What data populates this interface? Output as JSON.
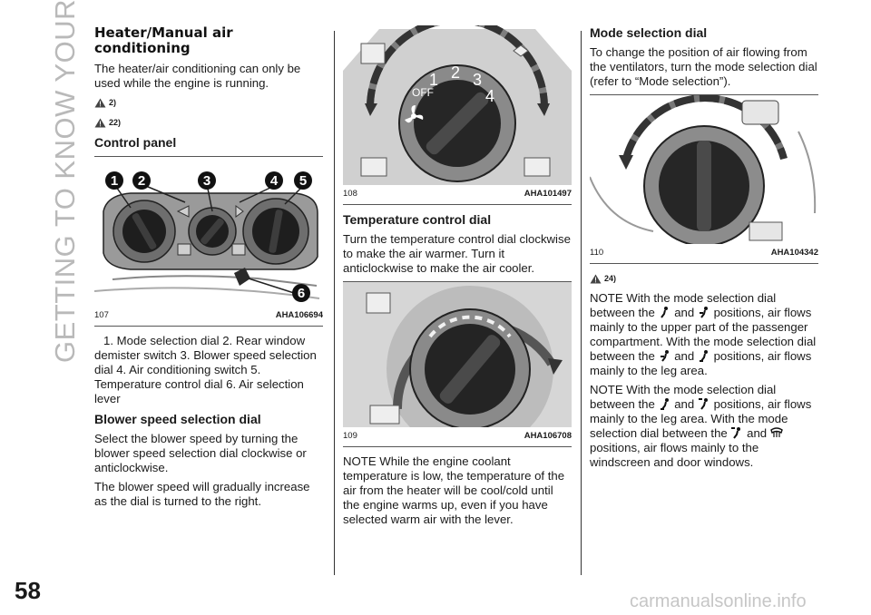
{
  "sidebar_title": "GETTING TO KNOW YOUR VEHICLE",
  "page_number": "58",
  "watermark": "carmanualsonline.info",
  "col1": {
    "title": "Heater/Manual air conditioning",
    "intro": "The heater/air conditioning can only be used while the engine is running.",
    "warn1": "2)",
    "warn2": "22)",
    "control_panel_heading": "Control panel",
    "fig107": {
      "number": "107",
      "code": "AHA106694",
      "callouts": [
        "1",
        "2",
        "3",
        "4",
        "5",
        "6"
      ]
    },
    "legend": "1. Mode selection dial 2. Rear window demister switch 3. Blower speed selection dial 4. Air conditioning switch 5. Temperature control dial 6. Air selection lever",
    "blower_heading": "Blower speed selection dial",
    "blower_p1": "Select the blower speed by turning the blower speed selection dial clockwise or anticlockwise.",
    "blower_p2": "The blower speed will gradually increase as the dial is turned to the right."
  },
  "col2": {
    "fig108": {
      "number": "108",
      "code": "AHA101497",
      "dial_labels": [
        "OFF",
        "1",
        "2",
        "3",
        "4"
      ]
    },
    "temp_heading": "Temperature control dial",
    "temp_p1": "Turn the temperature control dial clockwise to make the air warmer. Turn it anticlockwise to make the air cooler.",
    "fig109": {
      "number": "109",
      "code": "AHA106708"
    },
    "note": "NOTE While the engine coolant temperature is low, the temperature of the air from the heater will be cool/cold until the engine warms up, even if you have selected warm air with the lever."
  },
  "col3": {
    "mode_heading": "Mode selection dial",
    "mode_p1": "To change the position of air flowing from the ventilators, turn the mode selection dial (refer to “Mode selection”).",
    "fig110": {
      "number": "110",
      "code": "AHA104342"
    },
    "warn3": "24)",
    "note1": {
      "a": "NOTE With the mode selection dial between the",
      "b": "and",
      "c": "positions, air flows mainly to the upper part of the passenger compartment. With the mode selection dial between the",
      "d": "and",
      "e": "positions, air flows mainly to the leg area."
    },
    "note2": {
      "a": "NOTE With the mode selection dial between the",
      "b": "and",
      "c": "positions, air flows mainly to the leg area. With the mode selection dial between the",
      "d": "and",
      "e": "positions, air flows mainly to the windscreen and door windows."
    }
  }
}
